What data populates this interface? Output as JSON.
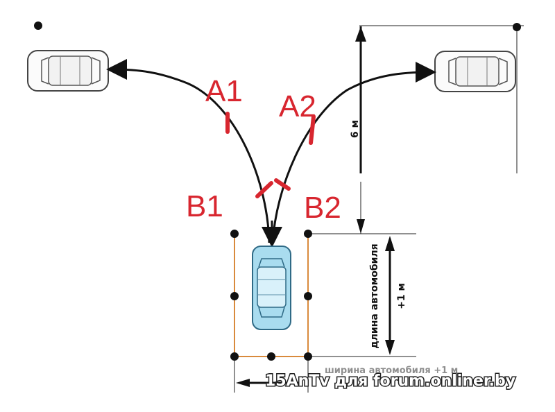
{
  "zones": {
    "a1": "A1",
    "a2": "A2",
    "b1": "B1",
    "b2": "B2"
  },
  "dimensions": {
    "height_right": "6 м",
    "car_length": "длина автомобиля",
    "plus_one": "+1 м",
    "width_partial": "ширина автомобиля +1 м"
  },
  "watermark": "15AnTv для forum.onliner.by",
  "colors": {
    "marker_red": "#d8262f",
    "bay_orange": "#d98a3c",
    "car_blue": "#a9dcef",
    "line": "#111111"
  },
  "icons": {
    "car_top": "car-top-view",
    "cone": "cone-dot"
  }
}
